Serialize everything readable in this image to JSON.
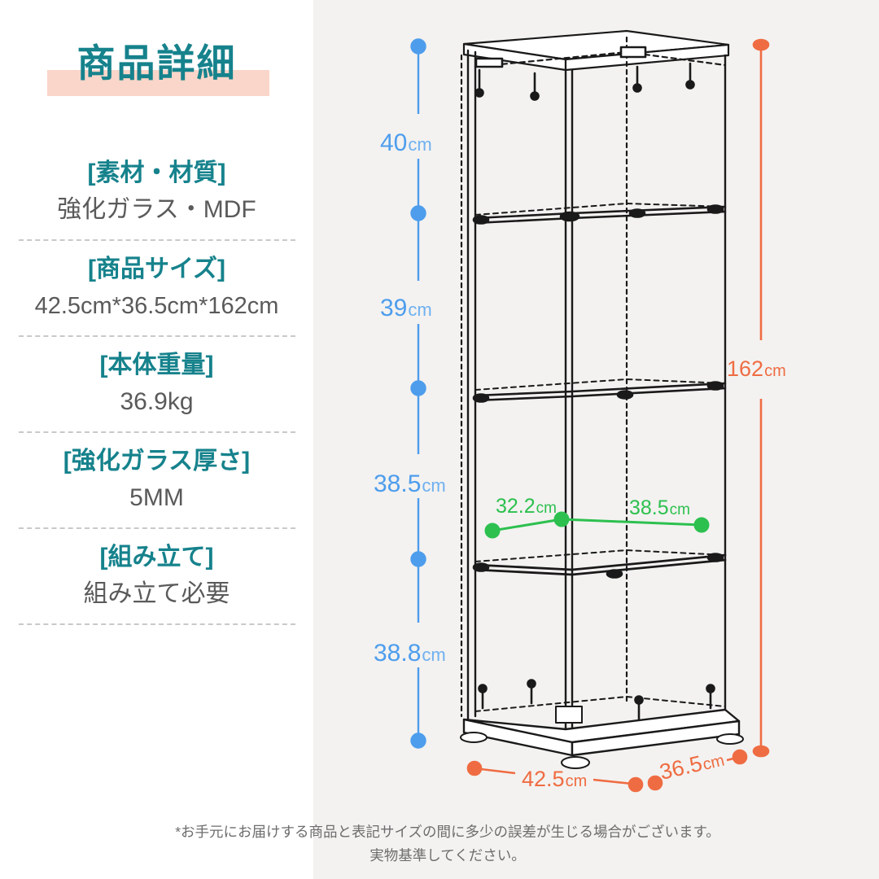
{
  "theme": {
    "teal": "#16828C",
    "pink_highlight": "#F9D6C9",
    "panel_bg": "#F3F2F0",
    "blue_dim": "#4E9DED",
    "green_dim": "#2DC04F",
    "orange_dim": "#EF6C42",
    "body_text": "#5A5A5A"
  },
  "header": {
    "title": "商品詳細"
  },
  "specs": [
    {
      "label": "[素材・材質]",
      "value": "強化ガラス・MDF"
    },
    {
      "label": "[商品サイズ]",
      "value": "42.5cm*36.5cm*162cm"
    },
    {
      "label": "[本体重量]",
      "value": "36.9kg"
    },
    {
      "label": "[強化ガラス厚さ]",
      "value": "5MM"
    },
    {
      "label": "[組み立て]",
      "value": "組み立て必要"
    }
  ],
  "diagram": {
    "shelf_heights": [
      {
        "value": "40",
        "unit": "cm"
      },
      {
        "value": "39",
        "unit": "cm"
      },
      {
        "value": "38.5",
        "unit": "cm"
      },
      {
        "value": "38.8",
        "unit": "cm"
      }
    ],
    "shelf_inner": [
      {
        "value": "32.2",
        "unit": "cm"
      },
      {
        "value": "38.5",
        "unit": "cm"
      }
    ],
    "total_height": {
      "value": "162",
      "unit": "cm"
    },
    "base_width": {
      "value": "42.5",
      "unit": "cm"
    },
    "base_depth": {
      "value": "36.5",
      "unit": "cm"
    }
  },
  "footnote": {
    "line1": "*お手元にお届けする商品と表記サイズの間に多少の誤差が生じる場合がございます。",
    "line2": "実物基準してください。"
  },
  "chart_data": {
    "type": "table",
    "title": "商品詳細",
    "categories": [
      "素材・材質",
      "商品サイズ",
      "本体重量",
      "強化ガラス厚さ",
      "組み立て"
    ],
    "values": [
      "強化ガラス・MDF",
      "42.5cm*36.5cm*162cm",
      "36.9kg",
      "5MM",
      "組み立て必要"
    ],
    "annotations": [
      {
        "name": "shelf-gap-1",
        "value": 40,
        "unit": "cm",
        "color": "#4E9DED"
      },
      {
        "name": "shelf-gap-2",
        "value": 39,
        "unit": "cm",
        "color": "#4E9DED"
      },
      {
        "name": "shelf-gap-3",
        "value": 38.5,
        "unit": "cm",
        "color": "#4E9DED"
      },
      {
        "name": "shelf-gap-4",
        "value": 38.8,
        "unit": "cm",
        "color": "#4E9DED"
      },
      {
        "name": "inner-depth",
        "value": 32.2,
        "unit": "cm",
        "color": "#2DC04F"
      },
      {
        "name": "inner-width",
        "value": 38.5,
        "unit": "cm",
        "color": "#2DC04F"
      },
      {
        "name": "total-height",
        "value": 162,
        "unit": "cm",
        "color": "#EF6C42"
      },
      {
        "name": "overall-width",
        "value": 42.5,
        "unit": "cm",
        "color": "#EF6C42"
      },
      {
        "name": "overall-depth",
        "value": 36.5,
        "unit": "cm",
        "color": "#EF6C42"
      }
    ]
  }
}
